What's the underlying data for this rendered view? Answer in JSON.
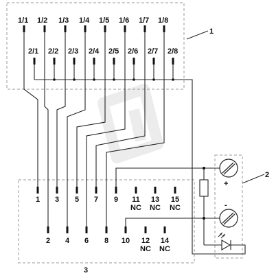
{
  "callouts": {
    "upper_block": "1",
    "power_block": "2",
    "lower_block": "3"
  },
  "top_row": [
    "1/1",
    "1/2",
    "1/3",
    "1/4",
    "1/5",
    "1/6",
    "1/7",
    "1/8"
  ],
  "second_row": [
    "2/1",
    "2/2",
    "2/3",
    "2/4",
    "2/5",
    "2/6",
    "2/7",
    "2/8"
  ],
  "lower_row_1": [
    "1",
    "3",
    "5",
    "7",
    "9",
    "11",
    "13",
    "15"
  ],
  "lower_row_2": [
    "2",
    "4",
    "6",
    "8",
    "10",
    "12",
    "14"
  ],
  "nc_label": "NC",
  "polarity": {
    "plus": "+",
    "minus": "-"
  }
}
